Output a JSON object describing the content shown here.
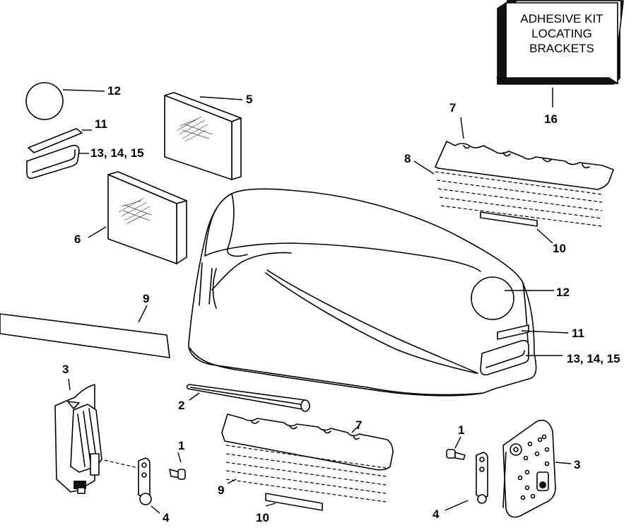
{
  "kit_box": {
    "lines": [
      "ADHESIVE KIT",
      "LOCATING",
      "BRACKETS"
    ],
    "callout": "16"
  },
  "callouts": {
    "c1a": "1",
    "c1b": "1",
    "c2": "2",
    "c3a": "3",
    "c3b": "3",
    "c4a": "4",
    "c4b": "4",
    "c5": "5",
    "c6": "6",
    "c7a": "7",
    "c7b": "7",
    "c8": "8",
    "c9a": "9",
    "c9b": "9",
    "c10a": "10",
    "c10b": "10",
    "c11a": "11",
    "c11b": "11",
    "c12a": "12",
    "c12b": "12",
    "c131415a": "13, 14, 15",
    "c131415b": "13, 14, 15"
  }
}
